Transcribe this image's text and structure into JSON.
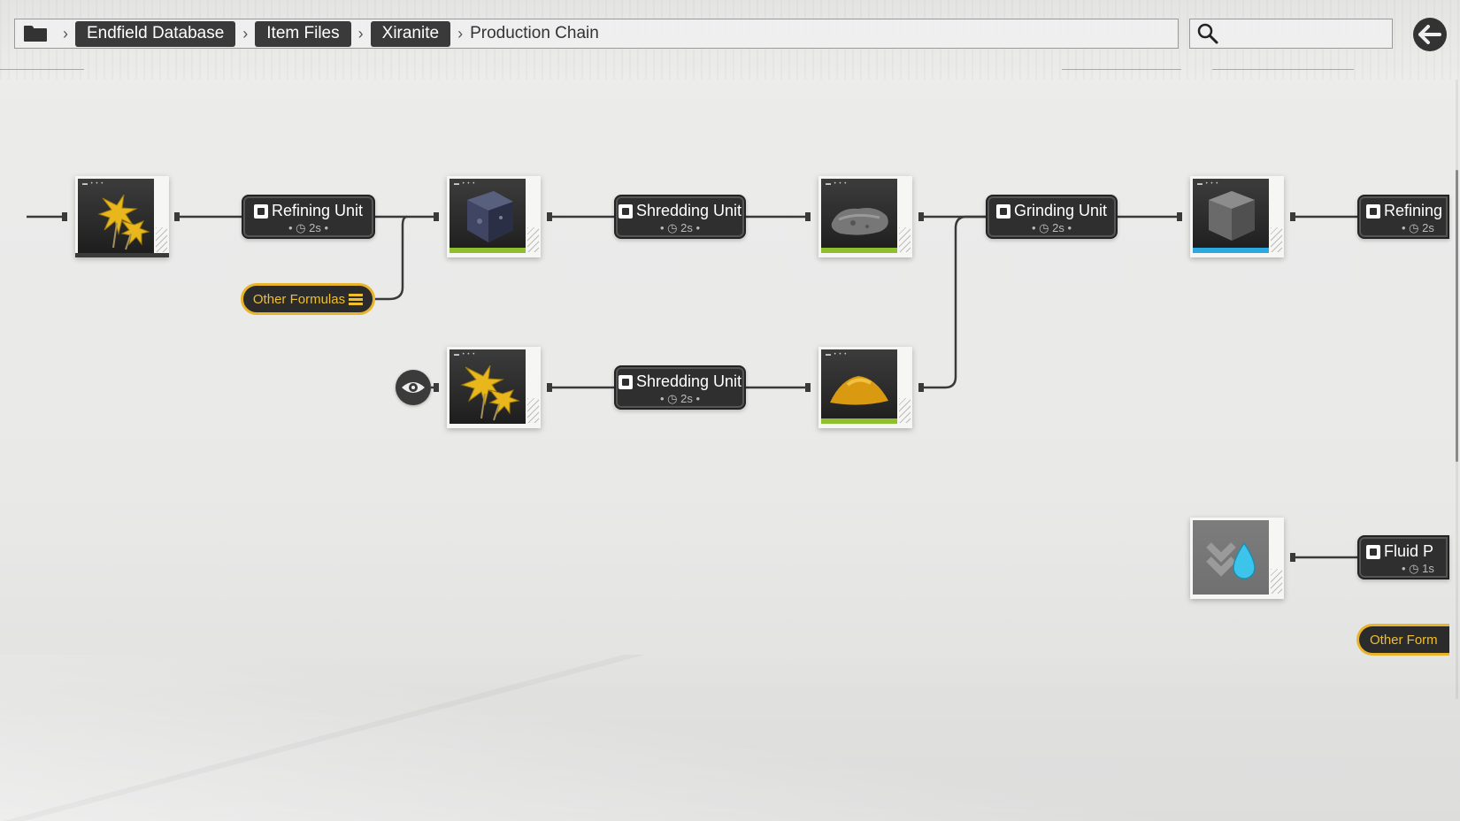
{
  "breadcrumb": {
    "items": [
      "Endfield Database",
      "Item Files",
      "Xiranite"
    ],
    "current": "Production Chain"
  },
  "search": {
    "value": "",
    "placeholder": ""
  },
  "chain": {
    "row1": {
      "m1": {
        "name": "Refining Unit",
        "time": "2s"
      },
      "m2": {
        "name": "Shredding Unit",
        "time": "2s"
      },
      "m3": {
        "name": "Grinding Unit",
        "time": "2s"
      },
      "m4": {
        "name": "Refining",
        "time": "2s"
      }
    },
    "row2": {
      "m1": {
        "name": "Shredding Unit",
        "time": "2s"
      }
    },
    "row3": {
      "m1": {
        "name": "Fluid P",
        "time": "1s"
      }
    },
    "other_formulas": "Other Formulas",
    "other_formulas_clipped": "Other Form"
  },
  "items": [
    {
      "id": "flower-1",
      "rarity_color": "#3a3a3a"
    },
    {
      "id": "block-1",
      "rarity_color": "#8fbf30"
    },
    {
      "id": "rock-1",
      "rarity_color": "#8fbf30"
    },
    {
      "id": "cube-1",
      "rarity_color": "#2ea8e0"
    },
    {
      "id": "flower-2",
      "rarity_color": "#3a3a3a"
    },
    {
      "id": "powder-1",
      "rarity_color": "#8fbf30"
    },
    {
      "id": "water-1",
      "rarity_color": "#808080"
    }
  ],
  "colors": {
    "accent": "#e8b52a",
    "node": "#2f2f2f",
    "green": "#8fbf30",
    "blue": "#2ea8e0"
  },
  "icons": [
    "folder-icon",
    "chevron-right-icon",
    "search-icon",
    "back-arrow-icon",
    "clock-icon",
    "eye-icon",
    "list-icon",
    "refining-icon",
    "shredding-icon",
    "grinding-icon",
    "fluid-icon"
  ]
}
